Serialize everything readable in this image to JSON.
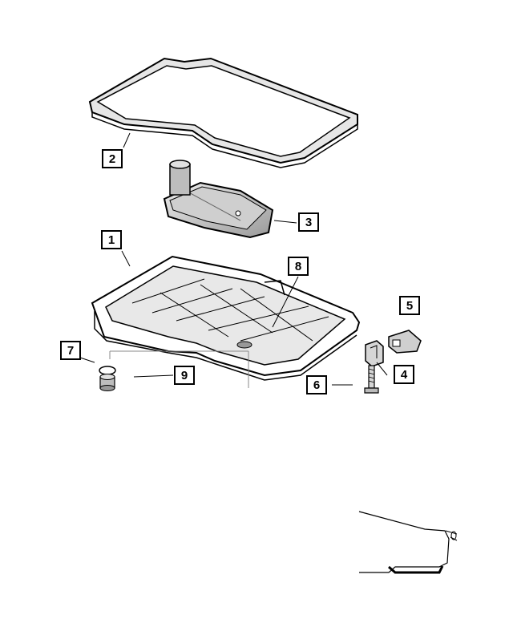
{
  "callouts": {
    "c1": "1",
    "c2": "2",
    "c3": "3",
    "c4": "4",
    "c5": "5",
    "c6": "6",
    "c7": "7",
    "c8": "8",
    "c9": "9"
  },
  "colors": {
    "line": "#000000",
    "fill": "#ffffff",
    "shade": "#d9d9d9",
    "dark": "#7a7a7a"
  }
}
